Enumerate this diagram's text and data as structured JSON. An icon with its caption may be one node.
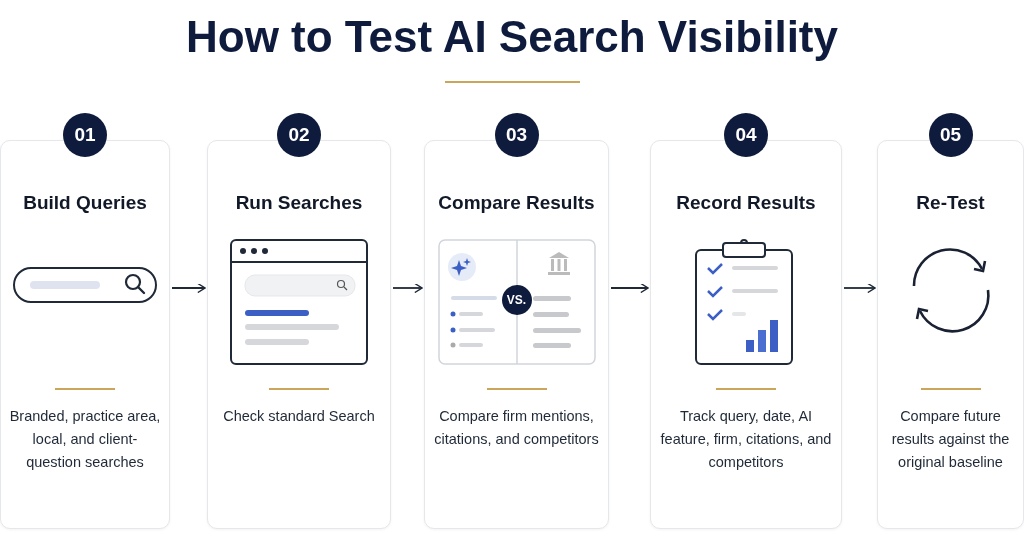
{
  "diagram": {
    "title": "How to Test AI Search Visibility",
    "nodes": [
      {
        "text": [
          "01",
          "Build Queries",
          "Branded, practice area, local, and client-question searches"
        ]
      },
      {
        "text": [
          "02",
          "Run Searches",
          "Check standard Search"
        ]
      },
      {
        "text": [
          "03",
          "Compare Results",
          "Compare firm mentions, citations, and competitors"
        ]
      },
      {
        "text": [
          "04",
          "Record Results",
          "Track query, date, AI feature, firm, citations, and competitors"
        ]
      },
      {
        "text": [
          "05",
          "Re-Test",
          "Compare future results against the original baseline"
        ]
      }
    ],
    "edges": [
      {
        "from": 0,
        "to": 1,
        "arrow": "to"
      },
      {
        "from": 1,
        "to": 2,
        "arrow": "to"
      },
      {
        "from": 2,
        "to": 3,
        "arrow": "to"
      },
      {
        "from": 3,
        "to": 4,
        "arrow": "to"
      }
    ],
    "labels": [
      "VS."
    ]
  }
}
